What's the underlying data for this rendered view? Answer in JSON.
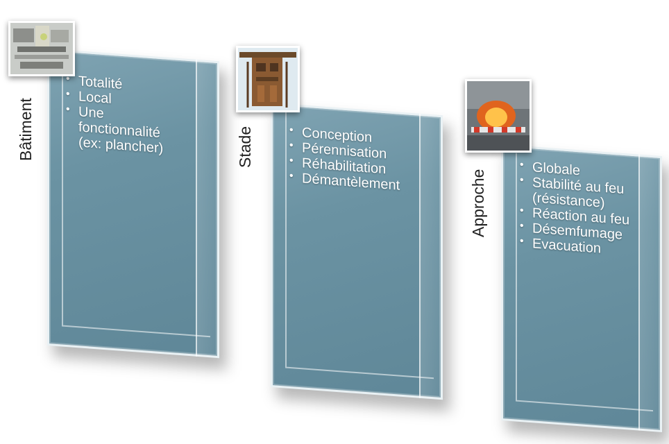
{
  "columns": [
    {
      "title": "Bâtiment",
      "items": [
        "Totalité",
        "Local",
        "Une fonctionnalité (ex: plancher)"
      ]
    },
    {
      "title": "Stade",
      "items": [
        "Conception",
        "Pérennisation",
        "Réhabilitation",
        "Démantèlement"
      ]
    },
    {
      "title": "Approche",
      "items": [
        "Globale",
        "Stabilité au feu (résistance)",
        "Réaction au feu",
        "Désemfumage",
        "Evacuation"
      ]
    }
  ],
  "colors": {
    "slab": "#6b93a3",
    "slab_border": "#e9f1f4",
    "text": "#ffffff",
    "label": "#222222"
  },
  "icons": [
    "machinery-image",
    "construction-tower-image",
    "fire-image"
  ]
}
